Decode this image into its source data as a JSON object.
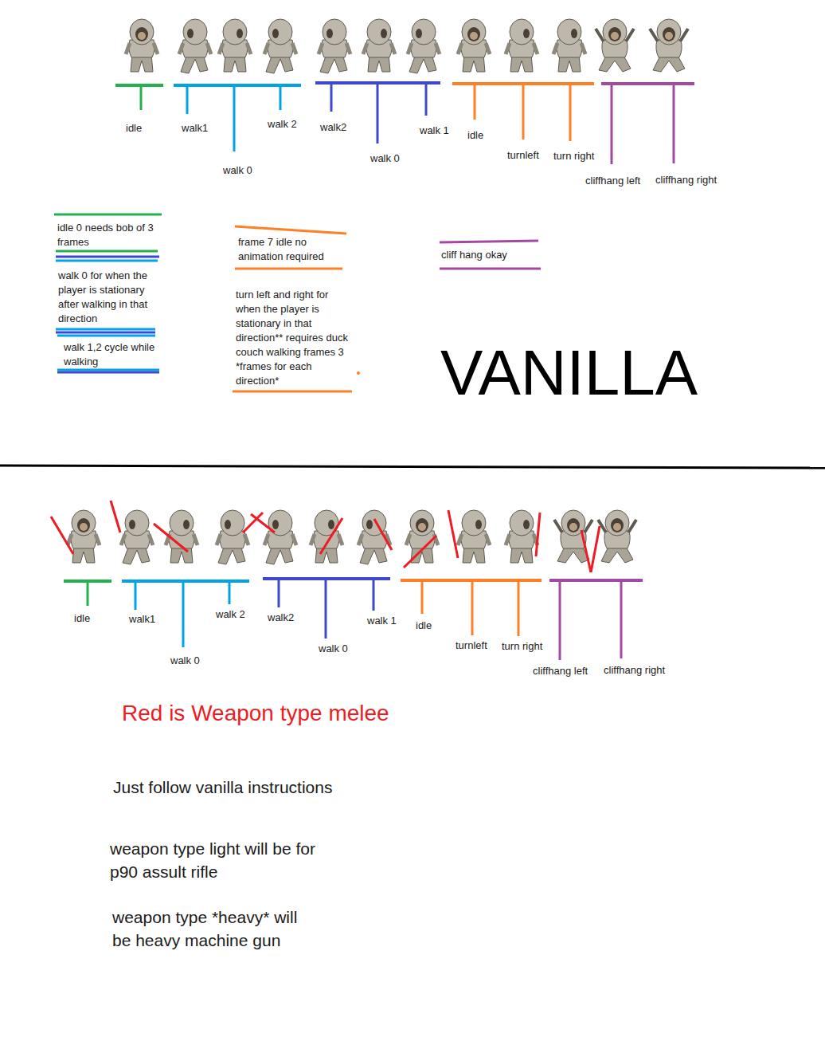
{
  "diagram": {
    "labels": [
      "idle",
      "walk1",
      "walk 0",
      "walk 2",
      "walk2",
      "walk 0",
      "walk 1",
      "idle",
      "turnleft",
      "turn right",
      "cliffhang left",
      "cliffhang right",
      "idle 0 needs bob of 3 frames",
      "walk 0 for when the player is stationary after walking in that direction",
      "walk 1,2 cycle while walking",
      "frame 7 idle no animation required",
      "turn left and right for when the player is stationary in that direction** requires duck couch walking frames 3 *frames for each direction*",
      "cliff hang okay",
      "VANILLA",
      "idle",
      "walk1",
      "walk 0",
      "walk 2",
      "walk2",
      "walk 0",
      "walk 1",
      "idle",
      "turnleft",
      "turn right",
      "cliffhang left",
      "cliffhang right",
      "Red is Weapon type melee",
      "Just follow vanilla instructions",
      "weapon type light will be for p90 assult rifle",
      "weapon type *heavy* will be heavy machine gun"
    ]
  }
}
